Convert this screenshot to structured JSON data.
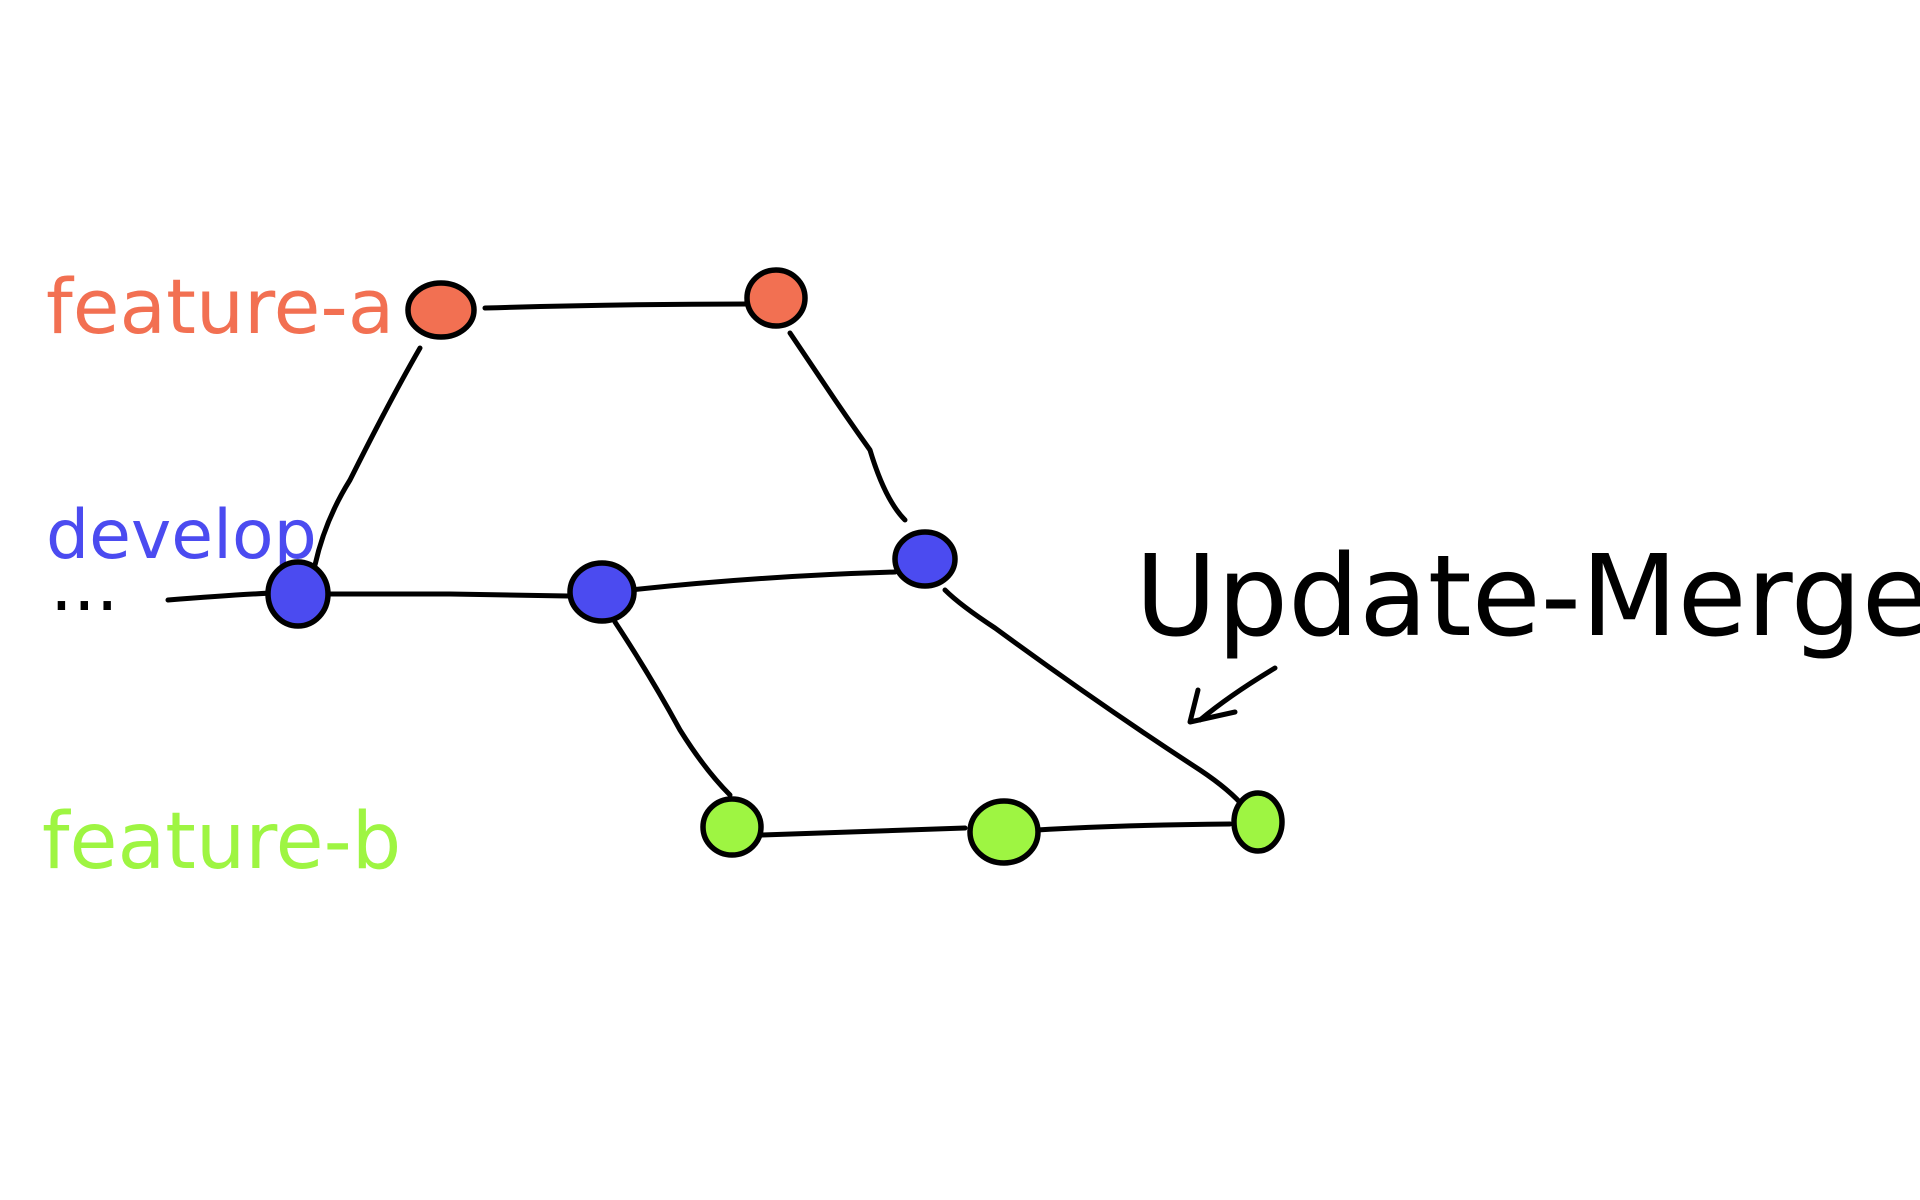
{
  "branches": {
    "feature_a": {
      "label": "feature-a",
      "color": "#f27052"
    },
    "develop": {
      "label": "develop",
      "color": "#4b4bf0"
    },
    "feature_b": {
      "label": "feature-b",
      "color": "#9ef542"
    }
  },
  "continuation": "...",
  "annotation": {
    "label": "Update-Merge"
  },
  "commits": {
    "develop": [
      "develop-commit-1",
      "develop-commit-2",
      "develop-commit-3"
    ],
    "feature_a": [
      "feature-a-commit-1",
      "feature-a-commit-2"
    ],
    "feature_b": [
      "feature-b-commit-1",
      "feature-b-commit-2",
      "feature-b-commit-3"
    ]
  }
}
